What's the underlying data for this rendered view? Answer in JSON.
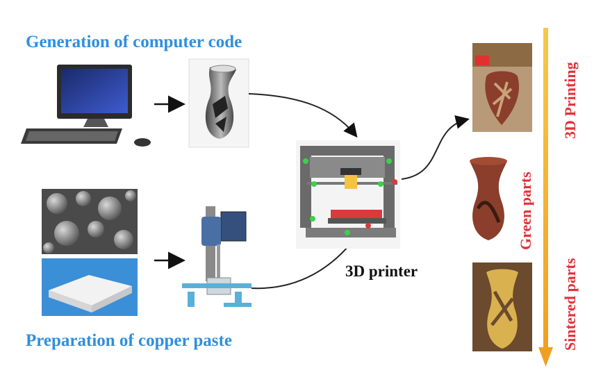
{
  "labels": {
    "code": "Generation of computer code",
    "paste": "Preparation of copper paste",
    "printer": "3D printer",
    "printing": "3D Printing",
    "green": "Green parts",
    "sintered": "Sintered parts"
  },
  "colors": {
    "blue_text": "#2f8fe0",
    "red_text": "#e0323a",
    "timeline_arrow": "#f2b632",
    "copper": "#8a3e2b",
    "sintered": "#d9b24f"
  },
  "icons": {
    "computer": "desktop-computer-icon",
    "vase_model": "vase-model-icon",
    "powder": "copper-powder-micrograph",
    "binder": "wax-binder-photo",
    "mixer": "paste-mixer-icon",
    "printer": "3d-printer-icon"
  }
}
